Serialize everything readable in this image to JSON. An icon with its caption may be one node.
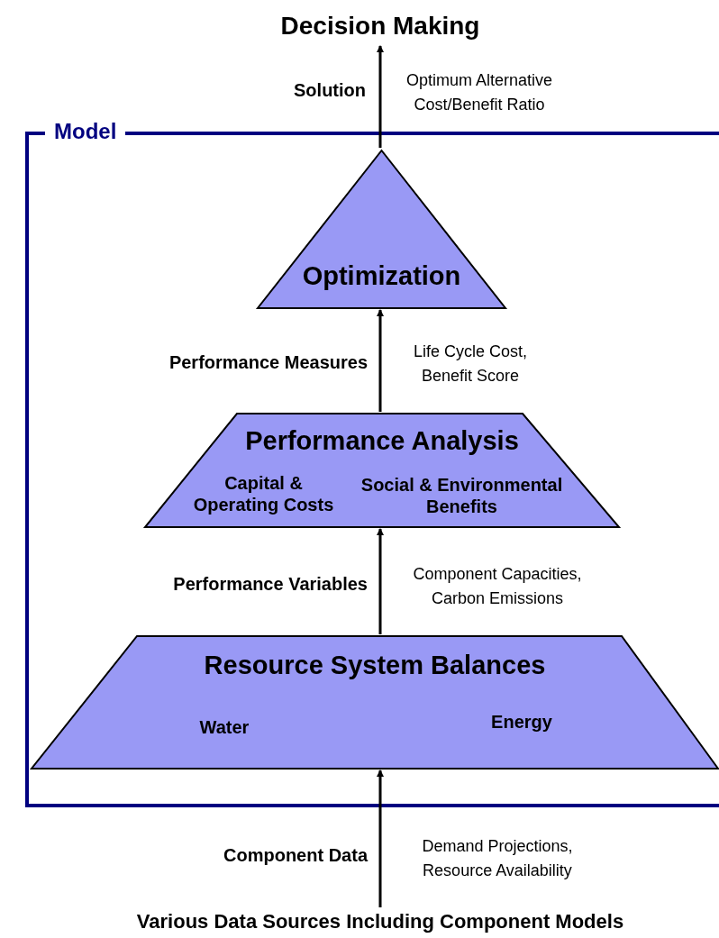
{
  "diagram": {
    "nodes": [
      {
        "text": [
          "Decision Making"
        ]
      },
      {
        "text": [
          "Model"
        ]
      },
      {
        "text": [
          "Optimization"
        ],
        "in": 1
      },
      {
        "text": [
          "Performance Analysis",
          "Capital & Operating Costs",
          "Social & Environmental Benefits"
        ],
        "in": 1
      },
      {
        "text": [
          "Resource System Balances",
          "Water",
          "Energy"
        ],
        "in": 1
      },
      {
        "text": [
          "Various Data Sources Including Component Models"
        ]
      }
    ],
    "edges": [
      {
        "from": 5,
        "to": 4,
        "arrow": "to",
        "label": "Component Data"
      },
      {
        "from": 4,
        "to": 3,
        "arrow": "to",
        "label": "Performance Variables"
      },
      {
        "from": 3,
        "to": 2,
        "arrow": "to",
        "label": "Performance Measures"
      },
      {
        "from": 2,
        "to": 0,
        "arrow": "to",
        "label": "Solution"
      }
    ],
    "labels": [
      "Optimum Alternative Cost/Benefit Ratio",
      "Life Cycle Cost, Benefit Score",
      "Component Capacities, Carbon Emissions",
      "Demand Projections, Resource Availability"
    ]
  }
}
